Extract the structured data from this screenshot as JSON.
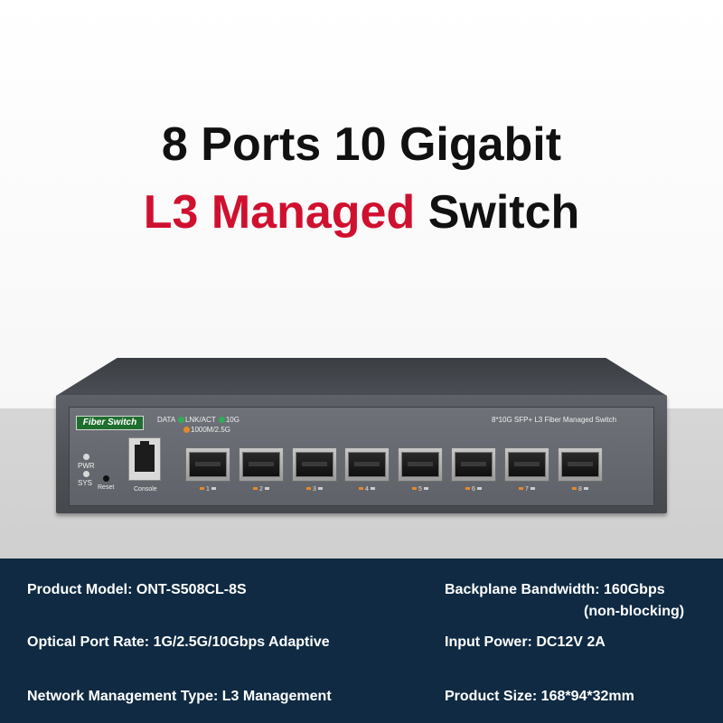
{
  "title": {
    "line1": "8 Ports 10 Gigabit",
    "line2_accent": "L3 Managed",
    "line2_rest": "Switch"
  },
  "device": {
    "brand": "Fiber Switch",
    "legend_data": "DATA",
    "legend_lnk": "LNK/ACT",
    "legend_10g": "10G",
    "legend_1000m": "1000M/2.5G",
    "model_label": "8*10G SFP+ L3 Fiber Managed Switch",
    "pwr": "PWR",
    "sys": "SYS",
    "reset": "Reset",
    "console": "Console",
    "ports": [
      "1",
      "2",
      "3",
      "4",
      "5",
      "6",
      "7",
      "8"
    ],
    "colors": {
      "green_led": "#2fae55",
      "orange_led": "#e38a2c",
      "brand_bg": "#1e6e2e"
    }
  },
  "specs": {
    "product_model": "Product Model: ONT-S508CL-8S",
    "backplane": "Backplane Bandwidth: 160Gbps",
    "backplane_note": "(non-blocking)",
    "optical_rate": "Optical Port Rate: 1G/2.5G/10Gbps Adaptive",
    "input_power": "Input Power: DC12V 2A",
    "management": "Network Management Type: L3 Management",
    "size": "Product Size: 168*94*32mm"
  },
  "colors": {
    "accent": "#d0102f",
    "footer_bg": "#0f2a42"
  }
}
